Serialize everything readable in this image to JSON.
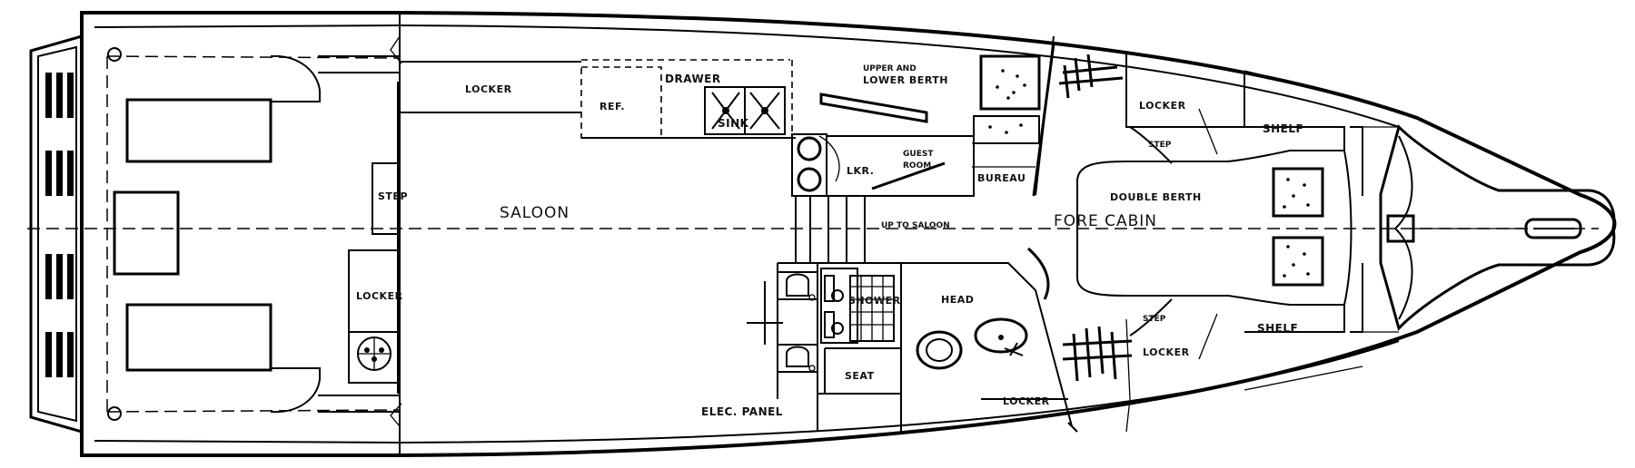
{
  "labels": {
    "locker_saloon": "LOCKER",
    "ref": "REF.",
    "drawer": "DRAWER",
    "sink": "SINK",
    "upper_berth_1": "UPPER AND",
    "upper_berth_2": "LOWER BERTH",
    "guest_1": "GUEST",
    "guest_2": "ROOM",
    "lkr": "LKR.",
    "bureau": "BUREAU",
    "locker_fwd_port": "LOCKER",
    "step_fwd_port": "STEP",
    "shelf_port": "SHELF",
    "double_berth": "DOUBLE BERTH",
    "fore_cabin": "FORE CABIN",
    "step_aft": "STEP",
    "saloon": "SALOON",
    "up_to_saloon": "UP TO SALOON",
    "locker_aft": "LOCKER",
    "shower": "SHOWER",
    "head": "HEAD",
    "seat": "SEAT",
    "elec_panel": "ELEC. PANEL",
    "locker_head": "LOCKER",
    "step_fwd_stbd": "STEP",
    "locker_fwd_stbd": "LOCKER",
    "shelf_stbd": "SHELF"
  }
}
